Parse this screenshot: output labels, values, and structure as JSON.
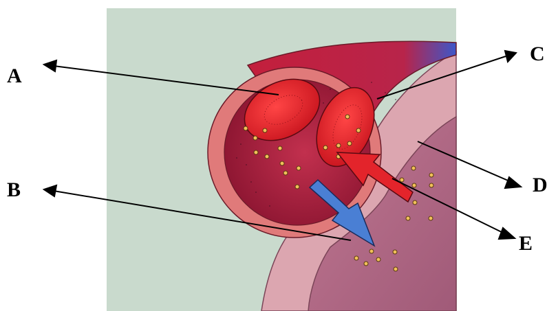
{
  "labels": {
    "a": "A",
    "b": "B",
    "c": "C",
    "d": "D",
    "e": "E"
  },
  "colors": {
    "background_panel": "#c9dacd",
    "vessel_wall": "#e07a7a",
    "vessel_lumen": "#b01f3c",
    "red_blood_cell": "#e3242b",
    "tissue_outer": "#dca6b0",
    "tissue_inner": "#b06a84",
    "deoxygenated": "#3a5bc7",
    "oxygen_arrow": "#e3242b",
    "carbon_dioxide_arrow": "#4a7fd4",
    "dot_fill": "#f2c05a"
  }
}
